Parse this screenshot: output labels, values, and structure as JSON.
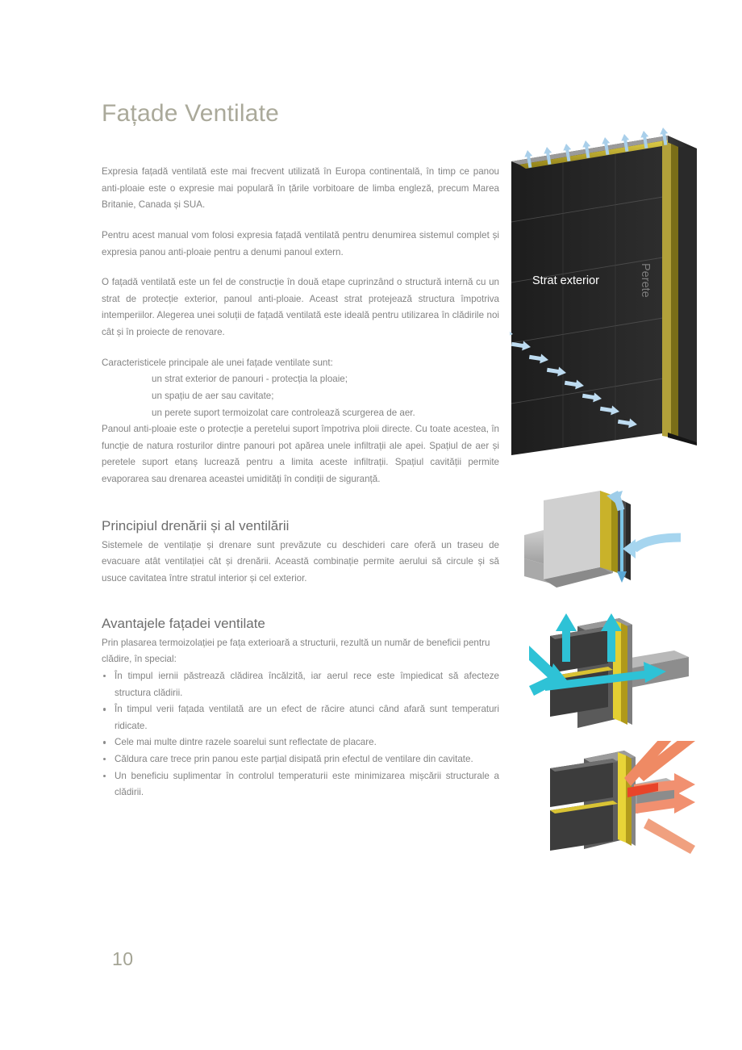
{
  "document": {
    "title": "Fațade Ventilate",
    "page_number": "10"
  },
  "colors": {
    "title": "#aaa99a",
    "section_heading": "#6d6d6d",
    "body_text": "#838383",
    "page_number": "#a4a494",
    "panel_dark": "#262626",
    "insulation_yellow": "#d8c42e",
    "wall_gray": "#8e8e8e",
    "arrow_blue": "#9dc9e8",
    "arrow_cyan": "#2bc4d8",
    "arrow_orange": "#ef7b56"
  },
  "intro": {
    "paragraph_1": "Expresia fațadă ventilată este mai frecvent utilizată în Europa continentală, în timp ce panou anti-ploaie este o expresie mai populară în țările vorbitoare de limba engleză, precum Marea Britanie, Canada și SUA.",
    "paragraph_2": "Pentru acest manual vom folosi expresia fațadă ventilată pentru denumirea sistemul complet și expresia panou anti-ploaie pentru a denumi panoul extern.",
    "paragraph_3": "O fațadă ventilată este un fel de construcție în două etape cuprinzând o structură internă cu un strat de protecție exterior, panoul anti-ploaie. Aceast strat protejează structura împotriva intemperiilor. Alegerea unei soluții de fațadă ventilată este ideală pentru utilizarea în clădirile noi cât și în proiecte de renovare."
  },
  "characteristics": {
    "intro": "Caracteristicele principale ale unei fațade ventilate sunt:",
    "items": [
      "un strat exterior de panouri - protecția la ploaie;",
      "un spațiu de aer sau cavitate;",
      "un perete suport termoizolat care controlează scurgerea de aer."
    ],
    "closing_paragraph": "Panoul anti-ploaie este o protecție a peretelui suport împotriva ploii directe. Cu toate acestea, în funcție de natura rosturilor dintre panouri pot apărea unele infiltrații ale apei. Spațiul de aer și peretele suport etanș lucrează pentru a limita aceste infiltrații. Spațiul cavității permite evaporarea sau drenarea aceastei umidități în condiții de siguranță."
  },
  "section_drainage": {
    "heading": "Principiul drenării și al ventilării",
    "paragraph": "Sistemele de ventilație și drenare sunt prevăzute cu deschideri care oferă un traseu de evacuare atât ventilației cât și drenării. Această combinație permite aerului să circule și să usuce cavitatea între stratul interior și cel exterior."
  },
  "section_advantages": {
    "heading": "Avantajele fațadei ventilate",
    "intro": "Prin plasarea termoizolației pe fața exterioară a structurii, rezultă un număr de beneficii pentru clădire, în special:",
    "bullets": [
      "În timpul iernii păstrează clădirea încălzită, iar aerul rece este împiedicat să afecteze structura clădirii.",
      "În timpul verii fațada ventilată are un efect de răcire atunci când afară sunt temperaturi ridicate.",
      "Cele mai multe dintre razele soarelui sunt reflectate de placare.",
      "Căldura care trece prin panou este parțial disipată prin efectul de ventilare din cavitate.",
      "Un beneficiu suplimentar în controlul temperaturii este minimizarea mișcării structurale a clădirii."
    ]
  },
  "figures": {
    "wall": {
      "label_exterior": "Strat exterior",
      "label_wall": "Perete"
    }
  }
}
